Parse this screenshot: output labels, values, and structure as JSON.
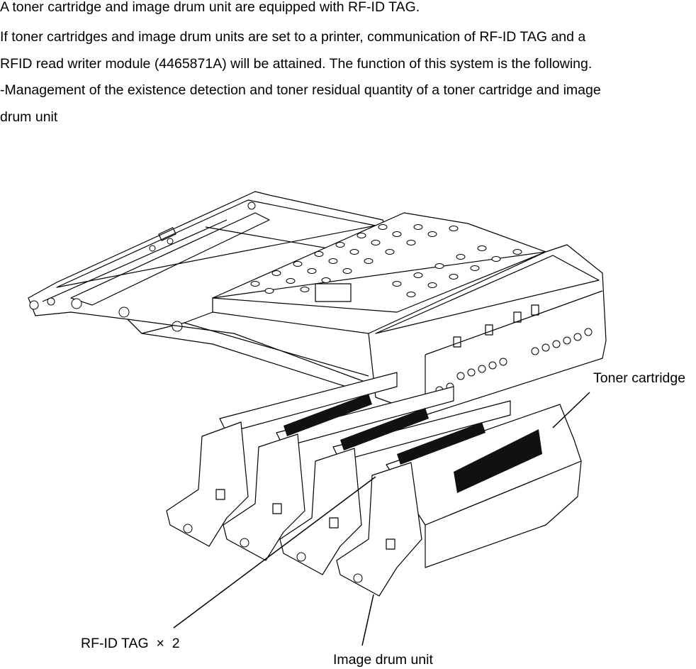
{
  "description": {
    "lines": [
      "A toner cartridge and image drum unit are equipped with RF-ID TAG.",
      "If toner cartridges and image drum units are set to a printer, communication of RF-ID TAG and a",
      "RFID read writer module (4465871A) will be attained. The function of this system is the following.",
      "-Management of the existence detection and toner residual quantity of a toner cartridge and image",
      "drum unit"
    ]
  },
  "figure": {
    "labels": {
      "toner_cartridge": "Toner cartridge",
      "rfid_tag": "RF-ID TAG  ×  2",
      "image_drum_unit": "Image drum unit"
    }
  }
}
